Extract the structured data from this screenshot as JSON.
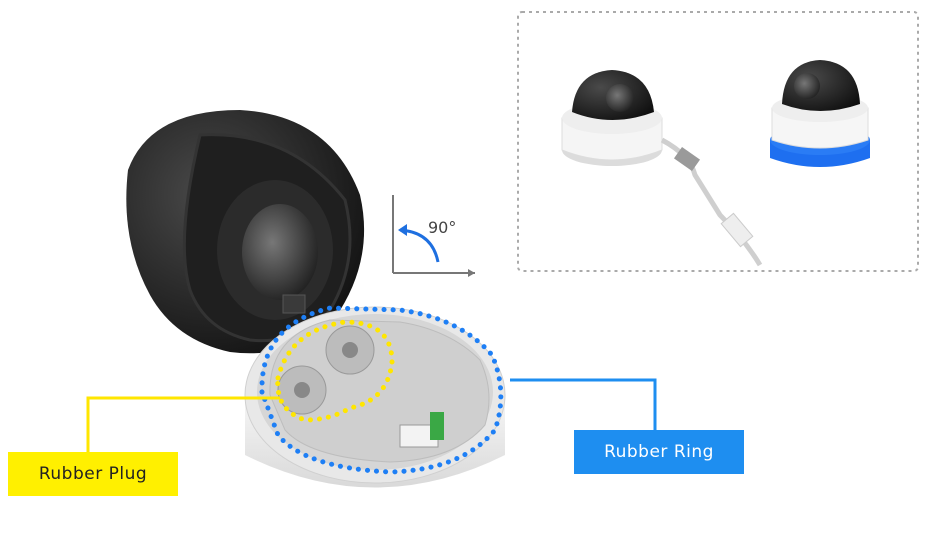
{
  "labels": {
    "rubber_plug": "Rubber Plug",
    "rubber_ring": "Rubber Ring",
    "angle": "90°"
  },
  "colors": {
    "plug_highlight": "#fff000",
    "ring_highlight": "#1e8ef0",
    "camera_body": "#1a1a1a",
    "base": "#f2f2f2"
  },
  "icons": [
    "camera-dome-open",
    "camera-dome-white",
    "camera-dome-blue-ring",
    "rotation-arrow-icon"
  ]
}
